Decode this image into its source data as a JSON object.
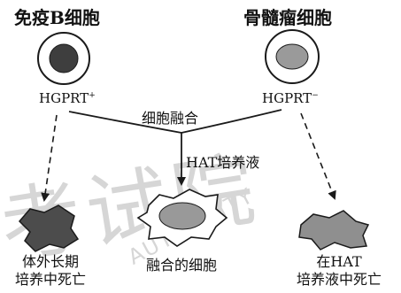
{
  "cells": {
    "b_cell": {
      "title": "免疫B细胞",
      "genotype": "HGPRT",
      "genotype_sup": "+"
    },
    "myeloma": {
      "title": "骨髓瘤细胞",
      "genotype": "HGPRT",
      "genotype_sup": "−"
    }
  },
  "process": {
    "fusion_label": "细胞融合",
    "medium_label": "HAT培养液"
  },
  "outcomes": {
    "left": {
      "line1": "体外长期",
      "line2": "培养中死亡"
    },
    "center": {
      "line1": "融合的细胞"
    },
    "right": {
      "line1": "在HAT",
      "line2": "培养液中死亡"
    }
  },
  "watermark": {
    "big": "考试院",
    "small": "AUTHORITY"
  },
  "colors": {
    "line": "#1a1a1a",
    "b_nucleus": "#3e3e3e",
    "myeloma_nucleus": "#9a9a9a",
    "dead_left_fill": "#4c4c4c",
    "dead_right_fill": "#8f8f8f",
    "fused_nucleus": "#999999"
  }
}
